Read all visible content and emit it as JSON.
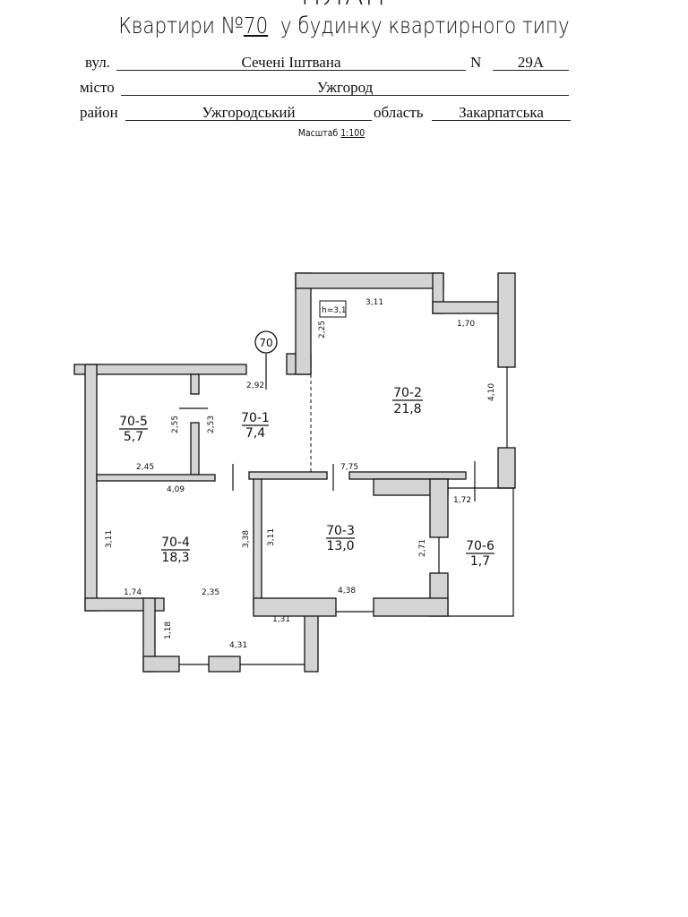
{
  "header": {
    "plan_word": "ПЛАН",
    "title_prefix": "Квартири №",
    "apartment_number": "70",
    "title_suffix": "у будинку квартирного типу"
  },
  "address": {
    "street_label": "вул.",
    "street": "Сечені Іштвана",
    "number_label": "N",
    "number": "29А",
    "city_label": "місто",
    "city": "Ужгород",
    "district_label": "район",
    "district": "Ужгородський",
    "region_label": "область",
    "region": "Закарпатська"
  },
  "scale": {
    "label": "Масштаб",
    "value": "1:100"
  },
  "plan": {
    "apartment_marker": "70",
    "height_label": "h=3,1",
    "rooms": [
      {
        "id": "70-1",
        "area": "7,4"
      },
      {
        "id": "70-2",
        "area": "21,8"
      },
      {
        "id": "70-3",
        "area": "13,0"
      },
      {
        "id": "70-4",
        "area": "18,3"
      },
      {
        "id": "70-5",
        "area": "5,7"
      },
      {
        "id": "70-6",
        "area": "1,7"
      }
    ],
    "dimensions": [
      "3,11",
      "1,70",
      "2,25",
      "4,10",
      "2,92",
      "2,55",
      "2,53",
      "2,45",
      "4,09",
      "7,75",
      "1,72",
      "3,11",
      "3,38",
      "3,11",
      "2,71",
      "1,74",
      "2,35",
      "4,38",
      "1,31",
      "1,18",
      "4,31"
    ]
  }
}
